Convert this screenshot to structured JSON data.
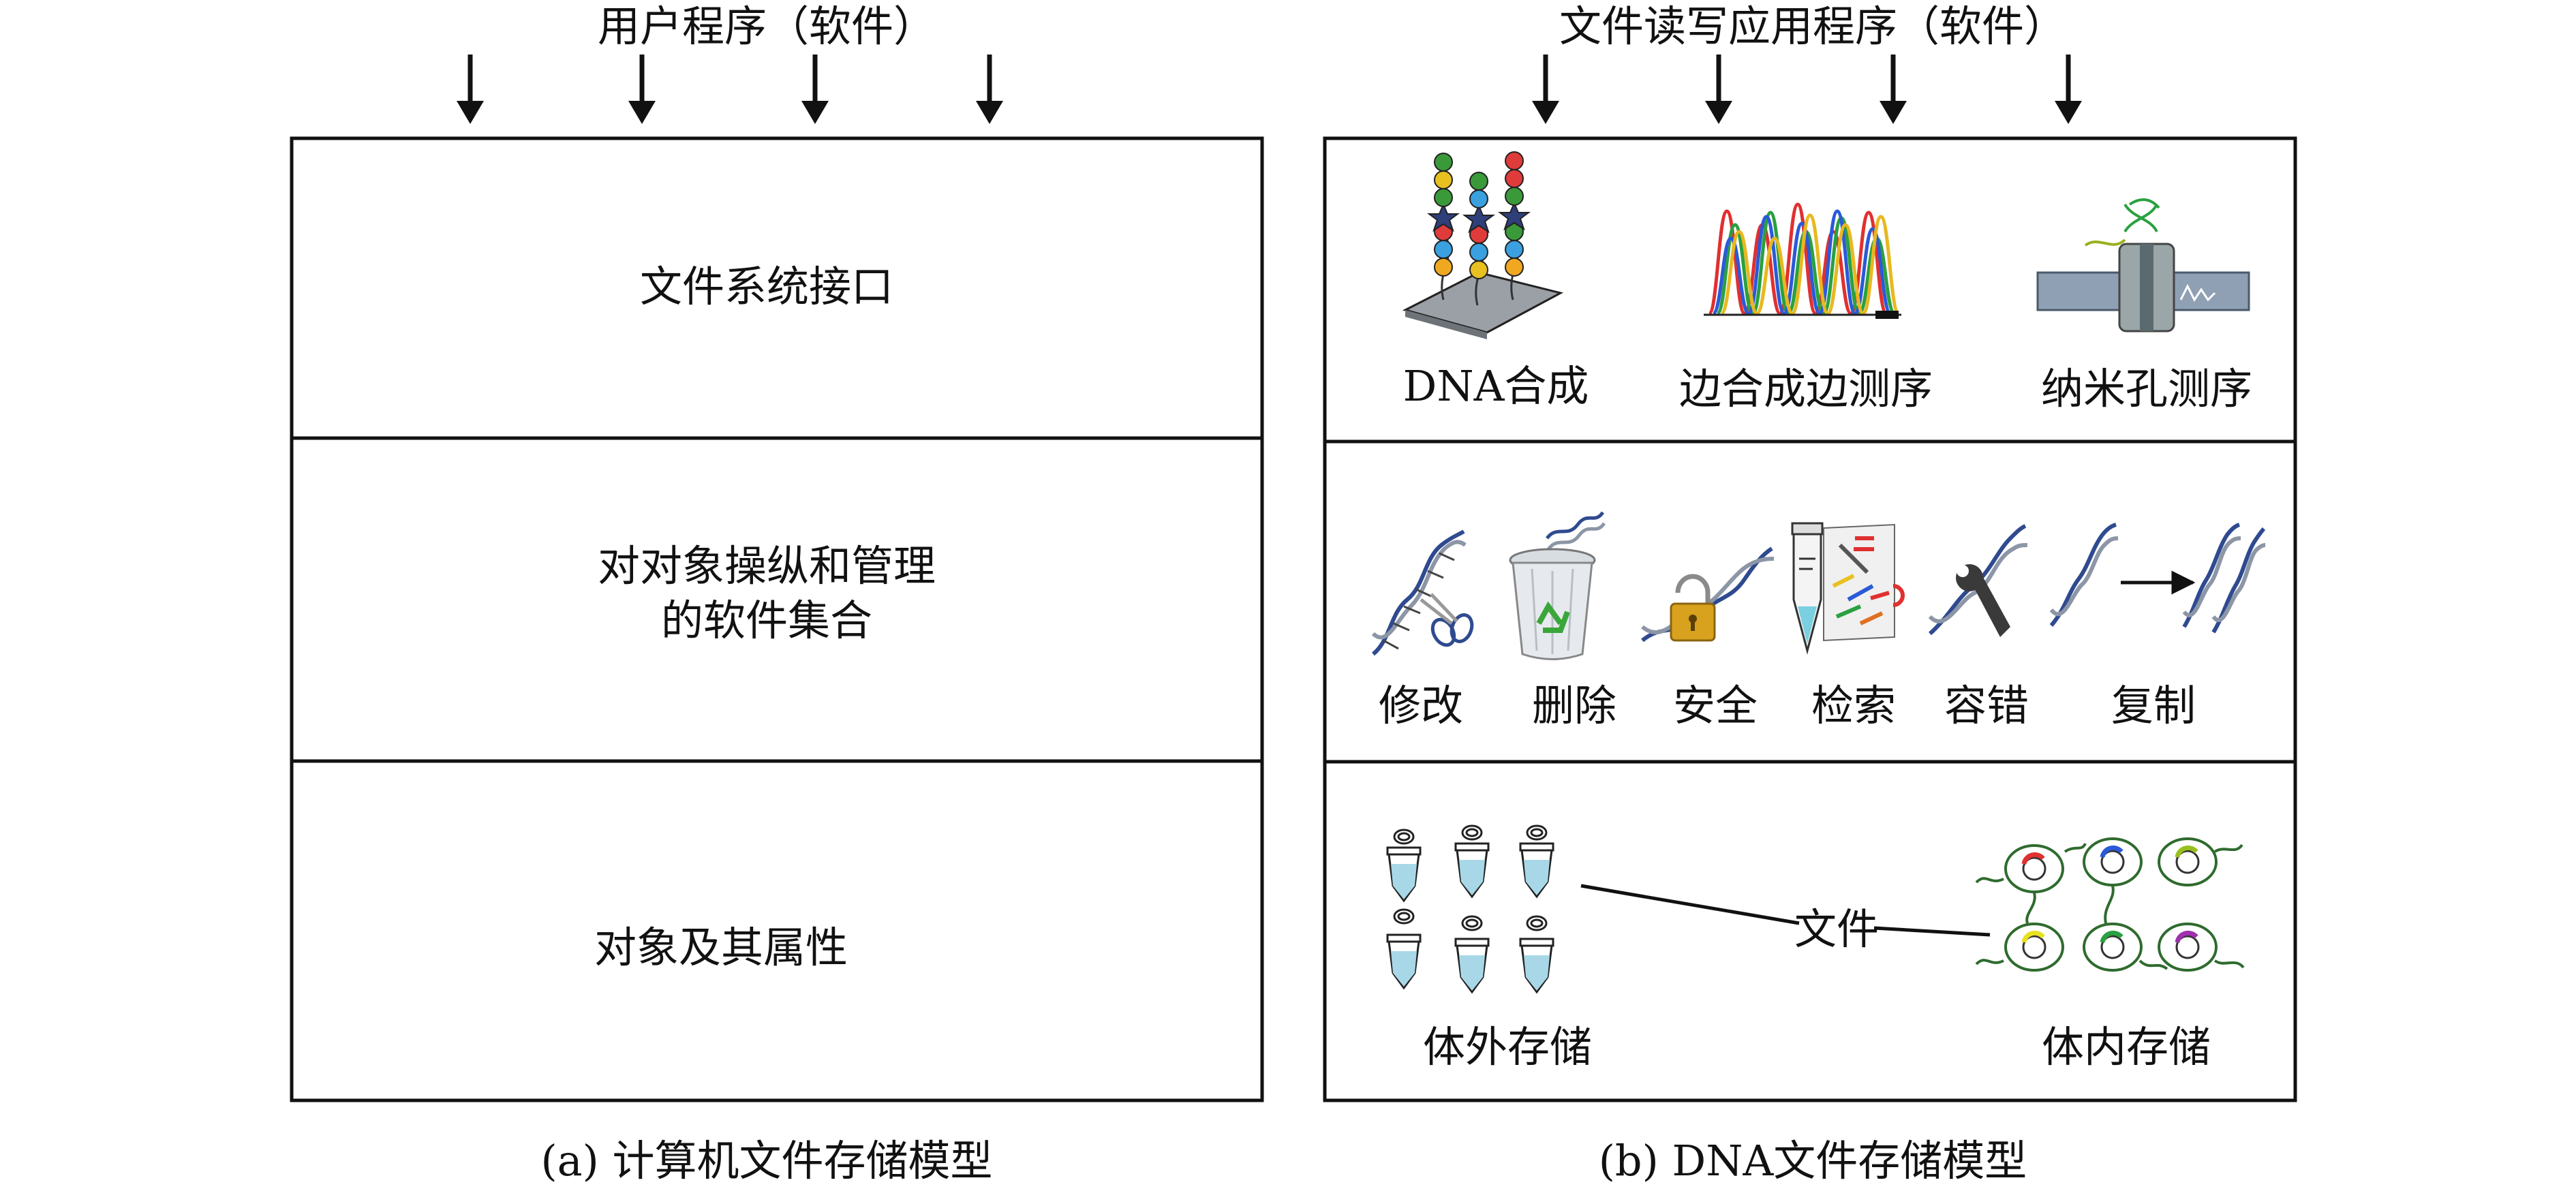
{
  "left": {
    "header": "用户程序（软件）",
    "layers": [
      "文件系统接口",
      "对对象操纵和管理",
      "的软件集合",
      "对象及其属性"
    ],
    "caption": "(a) 计算机文件存储模型"
  },
  "right": {
    "header": "文件读写应用程序（软件）",
    "tech": [
      "DNA合成",
      "边合成边测序",
      "纳米孔测序"
    ],
    "ops": [
      "修改",
      "删除",
      "安全",
      "检索",
      "容错",
      "复制"
    ],
    "storage": {
      "in_vitro": "体外存储",
      "in_vivo": "体内存储",
      "file": "文件"
    },
    "caption": "(b) DNA文件存储模型"
  },
  "colors": {
    "line": "#111111",
    "dna_blue": "#2f4a8f",
    "dna_gray": "#8c96a6",
    "tube_liquid": "#a8d8e8",
    "recycle_green": "#3aa63a",
    "lock_gold": "#d8a21e",
    "cell_green": "#2f6b2f"
  }
}
